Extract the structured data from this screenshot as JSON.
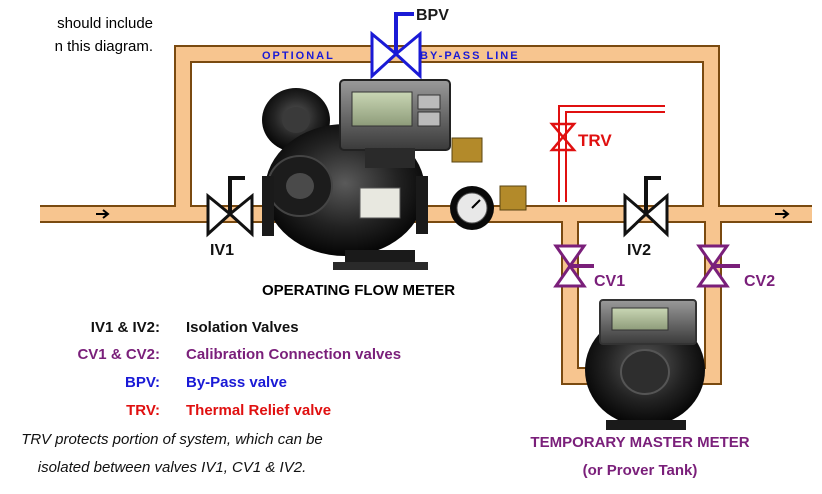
{
  "note": {
    "line1": "should include",
    "line2": "n this diagram."
  },
  "bypass": {
    "valve_label": "BPV",
    "line_left": "OPTIONAL",
    "line_right": "BY-PASS LINE"
  },
  "valves": {
    "iv1": "IV1",
    "iv2": "IV2",
    "cv1": "CV1",
    "cv2": "CV2",
    "trv": "TRV"
  },
  "captions": {
    "meter": "OPERATING FLOW METER",
    "master_line1": "TEMPORARY MASTER METER",
    "master_line2": "(or Prover Tank)"
  },
  "legend": [
    {
      "key": "IV1 & IV2:",
      "desc": "Isolation Valves",
      "color": "#111111"
    },
    {
      "key": "CV1 & CV2:",
      "desc": "Calibration Connection valves",
      "color": "#7a1f7a"
    },
    {
      "key": "BPV:",
      "desc": "By-Pass valve",
      "color": "#1a1ad6"
    },
    {
      "key": "TRV:",
      "desc": "Thermal Relief valve",
      "color": "#e01010"
    }
  ],
  "footnote": {
    "line1": "TRV protects portion of system, which can be",
    "line2": "isolated between valves IV1, CV1 & IV2."
  },
  "colors": {
    "pipe_fill": "#f7c58f",
    "pipe_edge": "#7a4a10",
    "isolation": "#111111",
    "calibration": "#7a1f7a",
    "bypass": "#1a1ad6",
    "relief": "#e01010"
  }
}
